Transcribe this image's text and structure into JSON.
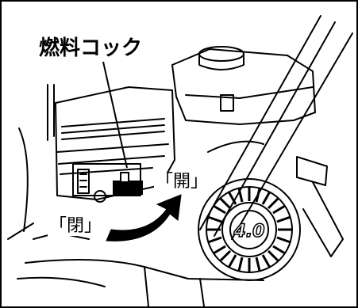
{
  "labels": {
    "fuel_cock": "燃料コック",
    "open": "「開」",
    "close": "「閉」",
    "starter_badge": "4.0"
  },
  "icons": {
    "arrow": "curved-arrow-icon",
    "engine": "engine-illustration",
    "fuel_lever": "fuel-lever-icon",
    "recoil_starter": "recoil-starter-icon"
  },
  "colors": {
    "line": "#000000",
    "background": "#ffffff"
  }
}
